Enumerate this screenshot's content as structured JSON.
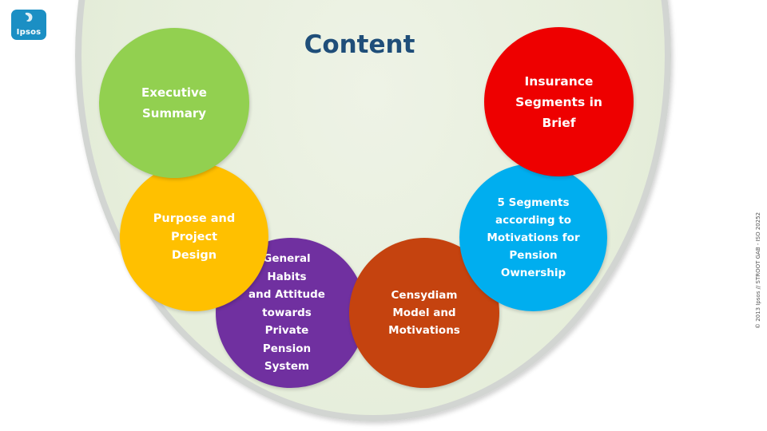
{
  "logo": {
    "text": "Ipsos",
    "color": "#1b8fc4"
  },
  "title": "Content",
  "circles": {
    "executive_summary": {
      "label": "Executive\nSummary",
      "color": "#92d050"
    },
    "purpose": {
      "label": "Purpose and\nProject\nDesign",
      "color": "#ffc000"
    },
    "general_habits": {
      "label": "General\nHabits\nand Attitude\ntowards\nPrivate\nPension\nSystem",
      "color": "#7030a0"
    },
    "censydiam": {
      "label": "Censydiam\nModel and\nMotivations",
      "color": "#c5430f"
    },
    "five_segments": {
      "label": "5 Segments\naccording to\nMotivations for\nPension\nOwnership",
      "color": "#00aeef"
    },
    "insurance": {
      "label": "Insurance\nSegments in\nBrief",
      "color": "#ee0000"
    }
  },
  "copyright": "© 2013 Ipsos // STROOT GAB - ISO 20252"
}
